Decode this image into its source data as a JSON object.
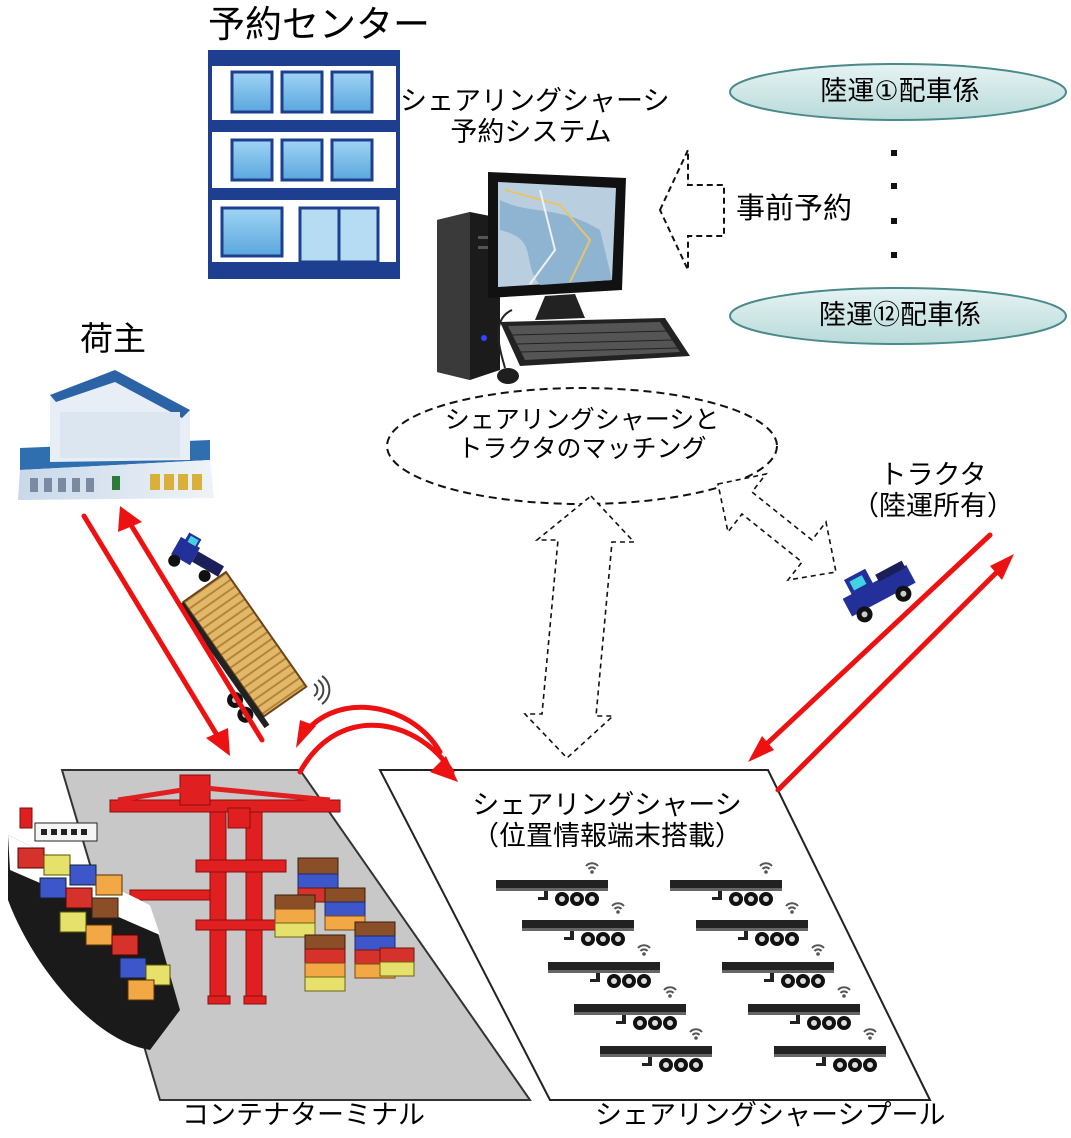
{
  "labels": {
    "reservation_center": "予約センター",
    "system_line1": "シェアリングシャーシ",
    "system_line2": "予約システム",
    "carrier_1": "陸運①配車係",
    "carrier_12": "陸運⑫配車係",
    "advance_reservation": "事前予約",
    "matching_line1": "シェアリングシャーシと",
    "matching_line2": "トラクタのマッチング",
    "shipper": "荷主",
    "tractor_line1": "トラクタ",
    "tractor_line2": "（陸運所有）",
    "pool_area_line1": "シェアリングシャーシ",
    "pool_area_line2": "（位置情報端末搭載）",
    "container_terminal": "コンテナターミナル",
    "chassis_pool": "シェアリングシャーシプール"
  },
  "colors": {
    "flow_arrow": "#ee1111",
    "carrier_ellipse": "#cfe6e6",
    "terminal_ground": "#c8c8c8",
    "crane": "#e02020",
    "building_frame": "#1e3f8f",
    "tractor": "#23309a"
  },
  "icons": {
    "reservation_building": "office-building-icon",
    "computer": "desktop-computer-icon",
    "warehouse": "warehouse-icon",
    "truck_with_container": "truck-container-icon",
    "tractor": "tractor-icon",
    "ship": "container-ship-icon",
    "crane": "gantry-crane-icon",
    "chassis": "chassis-trailer-icon",
    "signal": "wifi-signal-icon"
  }
}
